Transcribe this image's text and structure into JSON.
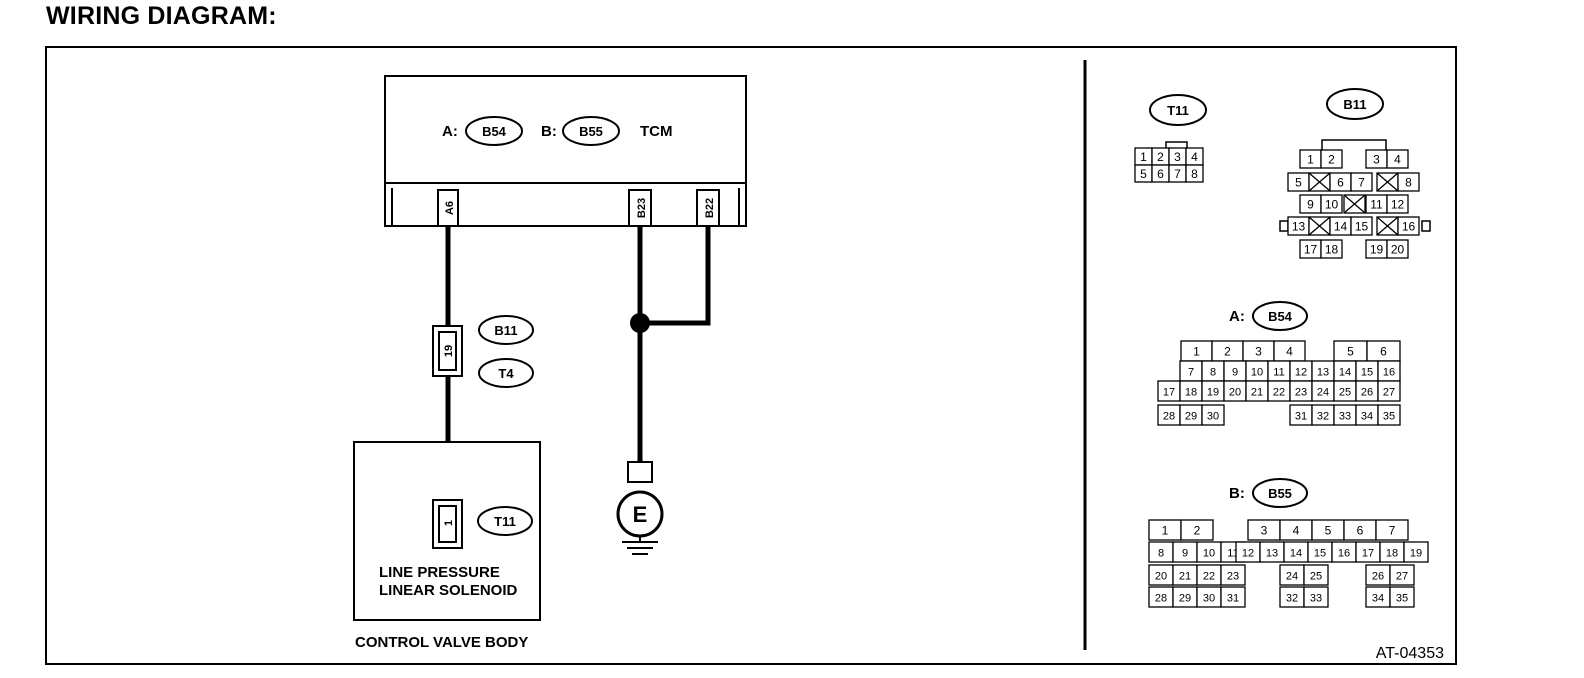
{
  "title": "WIRING DIAGRAM:",
  "tcm": {
    "prefix_a": "A:",
    "conn_a": "B54",
    "prefix_b": "B:",
    "conn_b": "B55",
    "name": "TCM",
    "pins": [
      "A6",
      "B23",
      "B22"
    ]
  },
  "connector_b11": {
    "id": "B11",
    "pin": "19"
  },
  "connector_t4": {
    "id": "T4"
  },
  "solenoid": {
    "connector": "T11",
    "pin": "1",
    "label_line1": "LINE PRESSURE",
    "label_line2": "LINEAR SOLENOID"
  },
  "control_valve_body": "CONTROL VALVE BODY",
  "ground": "E",
  "right_panel": {
    "t11": {
      "id": "T11",
      "rows": [
        [
          "1",
          "2",
          "3",
          "4"
        ],
        [
          "5",
          "6",
          "7",
          "8"
        ]
      ]
    },
    "b11": {
      "id": "B11",
      "row1": [
        "1",
        "2",
        "3",
        "4"
      ],
      "row2": [
        "5",
        "6",
        "7",
        "8"
      ],
      "row3": [
        "9",
        "10",
        "11",
        "12"
      ],
      "row4": [
        "13",
        "14",
        "15",
        "16"
      ],
      "row5": [
        "17",
        "18",
        "19",
        "20"
      ]
    },
    "b54": {
      "prefix": "A:",
      "id": "B54",
      "row1": [
        "1",
        "2",
        "3",
        "4",
        "5",
        "6"
      ],
      "row2": [
        "7",
        "8",
        "9",
        "10",
        "11",
        "12",
        "13",
        "14",
        "15",
        "16"
      ],
      "row3": [
        "17",
        "18",
        "19",
        "20",
        "21",
        "22",
        "23",
        "24",
        "25",
        "26",
        "27"
      ],
      "row4": [
        "28",
        "29",
        "30",
        "31",
        "32",
        "33",
        "34",
        "35"
      ]
    },
    "b55": {
      "prefix": "B:",
      "id": "B55",
      "row1": [
        "1",
        "2",
        "3",
        "4",
        "5",
        "6",
        "7"
      ],
      "row2": [
        "8",
        "9",
        "10",
        "11",
        "12",
        "13",
        "14",
        "15",
        "16",
        "17",
        "18",
        "19"
      ],
      "row3": [
        "20",
        "21",
        "22",
        "23",
        "24",
        "25",
        "26",
        "27"
      ],
      "row4": [
        "28",
        "29",
        "30",
        "31",
        "32",
        "33",
        "34",
        "35"
      ]
    }
  },
  "figure_code": "AT-04353"
}
